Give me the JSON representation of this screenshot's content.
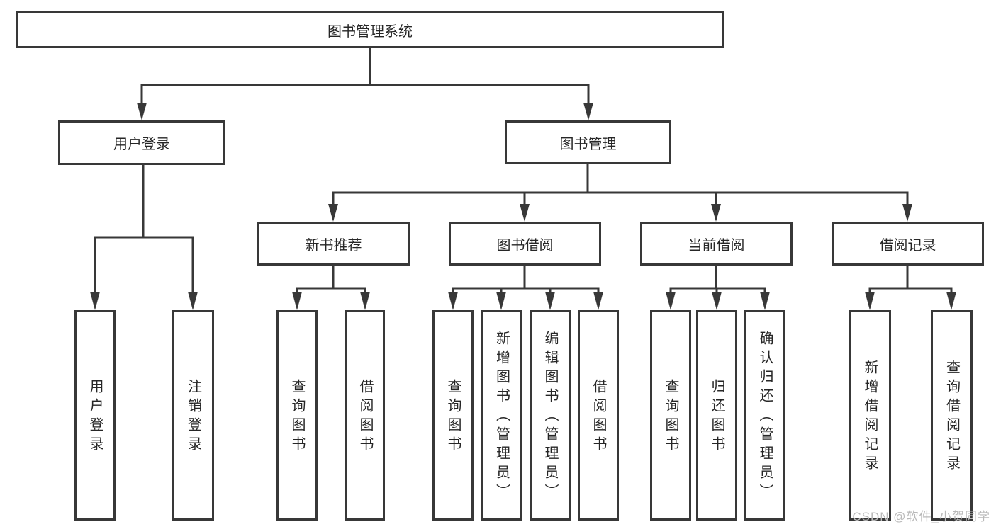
{
  "diagram_title": "图书管理系统",
  "colors": {
    "line": "#383838",
    "text": "#262626",
    "watermark": "#b9b9b9",
    "background": "#ffffff"
  },
  "tree": {
    "root": "图书管理系统",
    "user_login": {
      "label": "用户登录",
      "children": [
        "用户登录",
        "注销登录"
      ]
    },
    "book_mgmt": {
      "label": "图书管理",
      "children": [
        {
          "label": "新书推荐",
          "children": [
            "查询图书",
            "借阅图书"
          ]
        },
        {
          "label": "图书借阅",
          "children": [
            "查询图书",
            "新增图书（管理员）",
            "编辑图书（管理员）",
            "借阅图书"
          ]
        },
        {
          "label": "当前借阅",
          "children": [
            "查询图书",
            "归还图书",
            "确认归还（管理员）"
          ]
        },
        {
          "label": "借阅记录",
          "children": [
            "新增借阅记录",
            "查询借阅记录"
          ]
        }
      ]
    }
  },
  "watermark": "CSDN @软件_小贺同学"
}
